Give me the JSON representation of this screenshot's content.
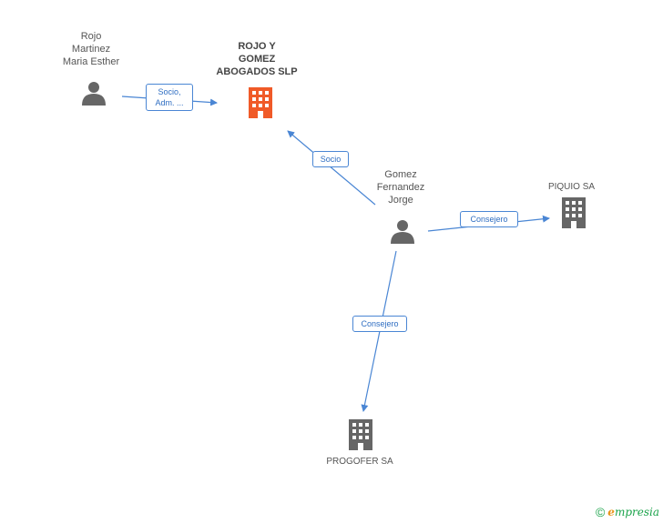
{
  "nodes": {
    "rojo_martinez": {
      "label": "Rojo\nMartinez\nMaria Esther",
      "type": "person"
    },
    "rojo_gomez": {
      "label": "ROJO Y\nGOMEZ\nABOGADOS SLP",
      "type": "company",
      "highlight": true
    },
    "gomez_fernandez": {
      "label": "Gomez\nFernandez\nJorge",
      "type": "person"
    },
    "piquio": {
      "label": "PIQUIO SA",
      "type": "company"
    },
    "progofer": {
      "label": "PROGOFER SA",
      "type": "company"
    }
  },
  "edges": {
    "socio_adm": {
      "label": "Socio,\nAdm. ...",
      "from": "rojo_martinez",
      "to": "rojo_gomez"
    },
    "socio": {
      "label": "Socio",
      "from": "gomez_fernandez",
      "to": "rojo_gomez"
    },
    "consejero_piquio": {
      "label": "Consejero",
      "from": "gomez_fernandez",
      "to": "piquio"
    },
    "consejero_progofer": {
      "label": "Consejero",
      "from": "gomez_fernandez",
      "to": "progofer"
    }
  },
  "colors": {
    "edge": "#4a86d4",
    "person_icon": "#666666",
    "company_icon": "#666666",
    "highlight_company_icon": "#f05a28"
  },
  "footer": {
    "copyright": "©",
    "brand_first": "e",
    "brand_rest": "mpresia"
  }
}
